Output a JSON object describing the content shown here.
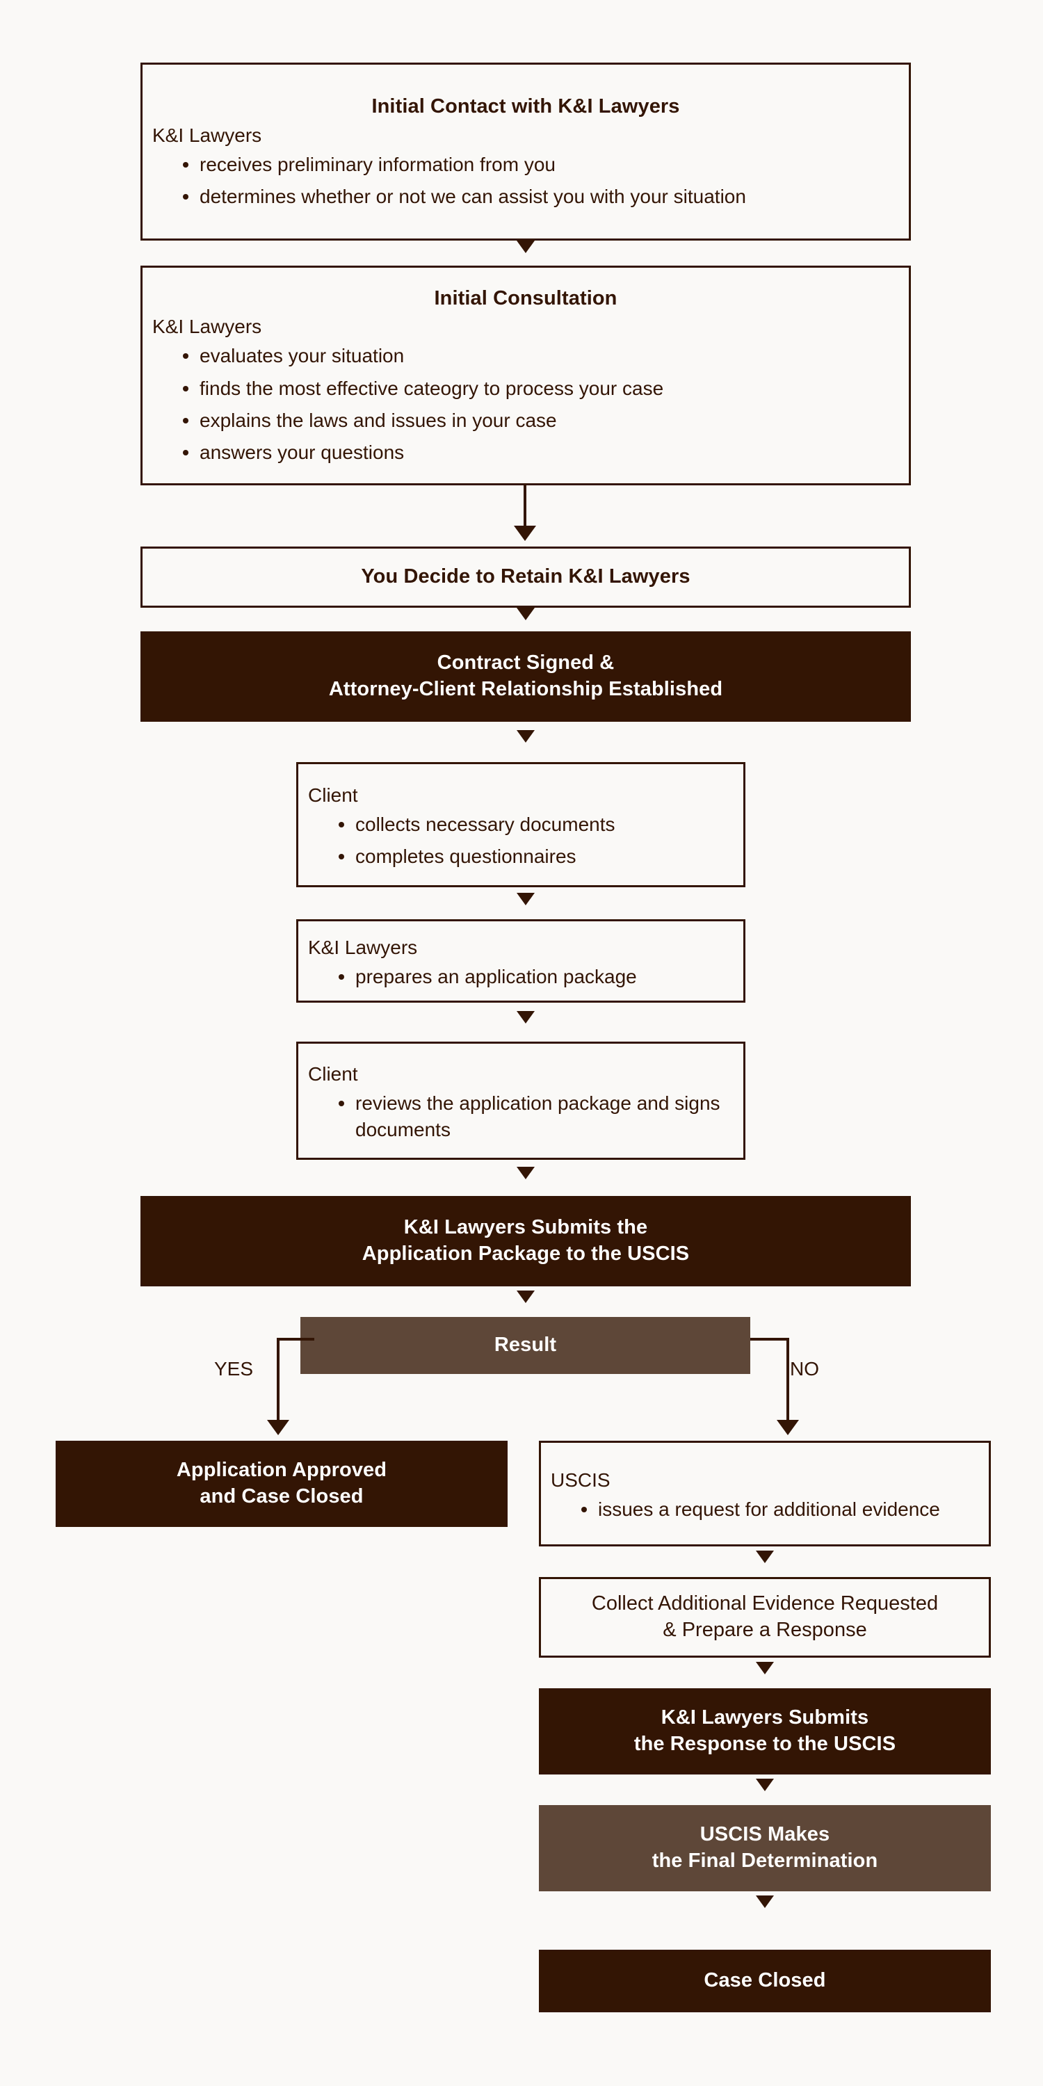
{
  "diagram": {
    "title": "Immigration Case Process Flowchart",
    "colors": {
      "background": "#faf9f7",
      "dark_brown": "#331504",
      "medium_brown": "#5e4738",
      "outline": "#331505",
      "text_on_dark": "#ffffff"
    }
  },
  "nodes": {
    "initial_contact": {
      "title": "Initial Contact with K&I Lawyers",
      "actor": "K&I Lawyers",
      "bullets": [
        "receives preliminary information from you",
        "determines whether or not we can assist you with your situation"
      ]
    },
    "initial_consultation": {
      "title": "Initial Consultation",
      "actor": "K&I Lawyers",
      "bullets": [
        "evaluates your situation",
        "finds the most effective cateogry to process your case",
        "explains the laws and issues in your case",
        "answers your questions"
      ]
    },
    "retain": {
      "title": "You Decide to Retain K&I Lawyers"
    },
    "contract_signed": {
      "line1": "Contract Signed &",
      "line2": "Attorney-Client Relationship Established"
    },
    "client_collects": {
      "actor": "Client",
      "bullets": [
        "collects necessary documents",
        "completes questionnaires"
      ]
    },
    "lawyers_prepare": {
      "actor": "K&I Lawyers",
      "bullets": [
        "prepares an application package"
      ]
    },
    "client_reviews": {
      "actor": "Client",
      "bullets": [
        "reviews the application package and signs documents"
      ]
    },
    "submits_package": {
      "line1": "K&I Lawyers Submits the",
      "line2": "Application Package to the USCIS"
    },
    "result": {
      "title": "Result"
    },
    "approved": {
      "line1": "Application Approved",
      "line2": "and Case Closed"
    },
    "uscis_rfe": {
      "actor": "USCIS",
      "bullets": [
        "issues a request for additional evidence"
      ]
    },
    "collect_evidence": {
      "line1": "Collect Additional Evidence Requested",
      "line2": "& Prepare a Response"
    },
    "submits_response": {
      "line1": "K&I Lawyers Submits",
      "line2": "the Response to the USCIS"
    },
    "final_determination": {
      "line1": "USCIS Makes",
      "line2": "the Final Determination"
    },
    "case_closed": {
      "title": "Case Closed"
    }
  },
  "branches": {
    "yes_label": "YES",
    "no_label": "NO"
  }
}
